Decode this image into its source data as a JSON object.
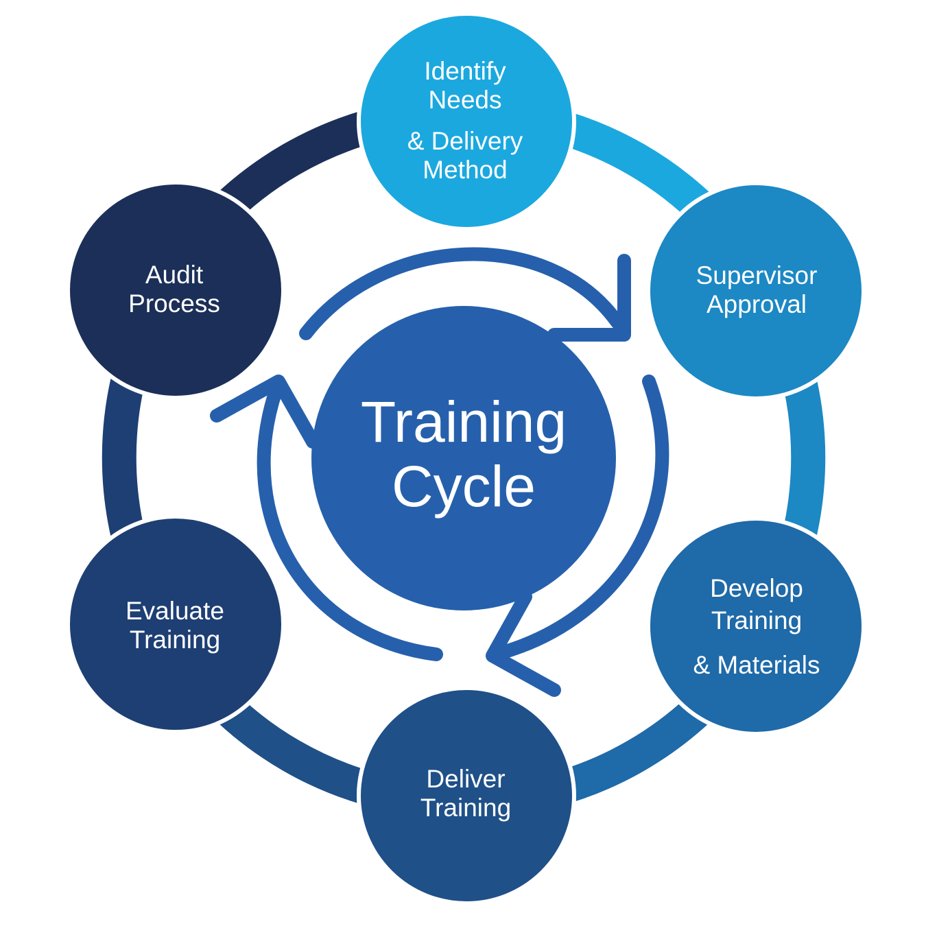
{
  "center": {
    "line1": "Training",
    "line2": "Cycle",
    "color": "#2660ac"
  },
  "steps": [
    {
      "id": "identify",
      "lines": [
        "Identify",
        "Needs",
        "& Delivery",
        "Method"
      ],
      "color": "#1ba8df"
    },
    {
      "id": "supervisor",
      "lines": [
        "Supervisor",
        "Approval"
      ],
      "color": "#1c88c4"
    },
    {
      "id": "develop",
      "lines": [
        "Develop",
        "Training",
        "& Materials"
      ],
      "color": "#1f6aa8"
    },
    {
      "id": "deliver",
      "lines": [
        "Deliver",
        "Training"
      ],
      "color": "#1f5088"
    },
    {
      "id": "evaluate",
      "lines": [
        "Evaluate",
        "Training"
      ],
      "color": "#1e3f73"
    },
    {
      "id": "audit",
      "lines": [
        "Audit",
        "Process"
      ],
      "color": "#1b2f58"
    }
  ],
  "ring_colors": {
    "identify_to_supervisor": "#1ba8df",
    "supervisor_to_develop": "#1c88c4",
    "develop_to_deliver": "#1f6aa8",
    "deliver_to_evaluate": "#1f5088",
    "evaluate_to_audit": "#1e3f73",
    "audit_to_identify": "#1b2f58"
  },
  "arrow_color": "#2660ac"
}
